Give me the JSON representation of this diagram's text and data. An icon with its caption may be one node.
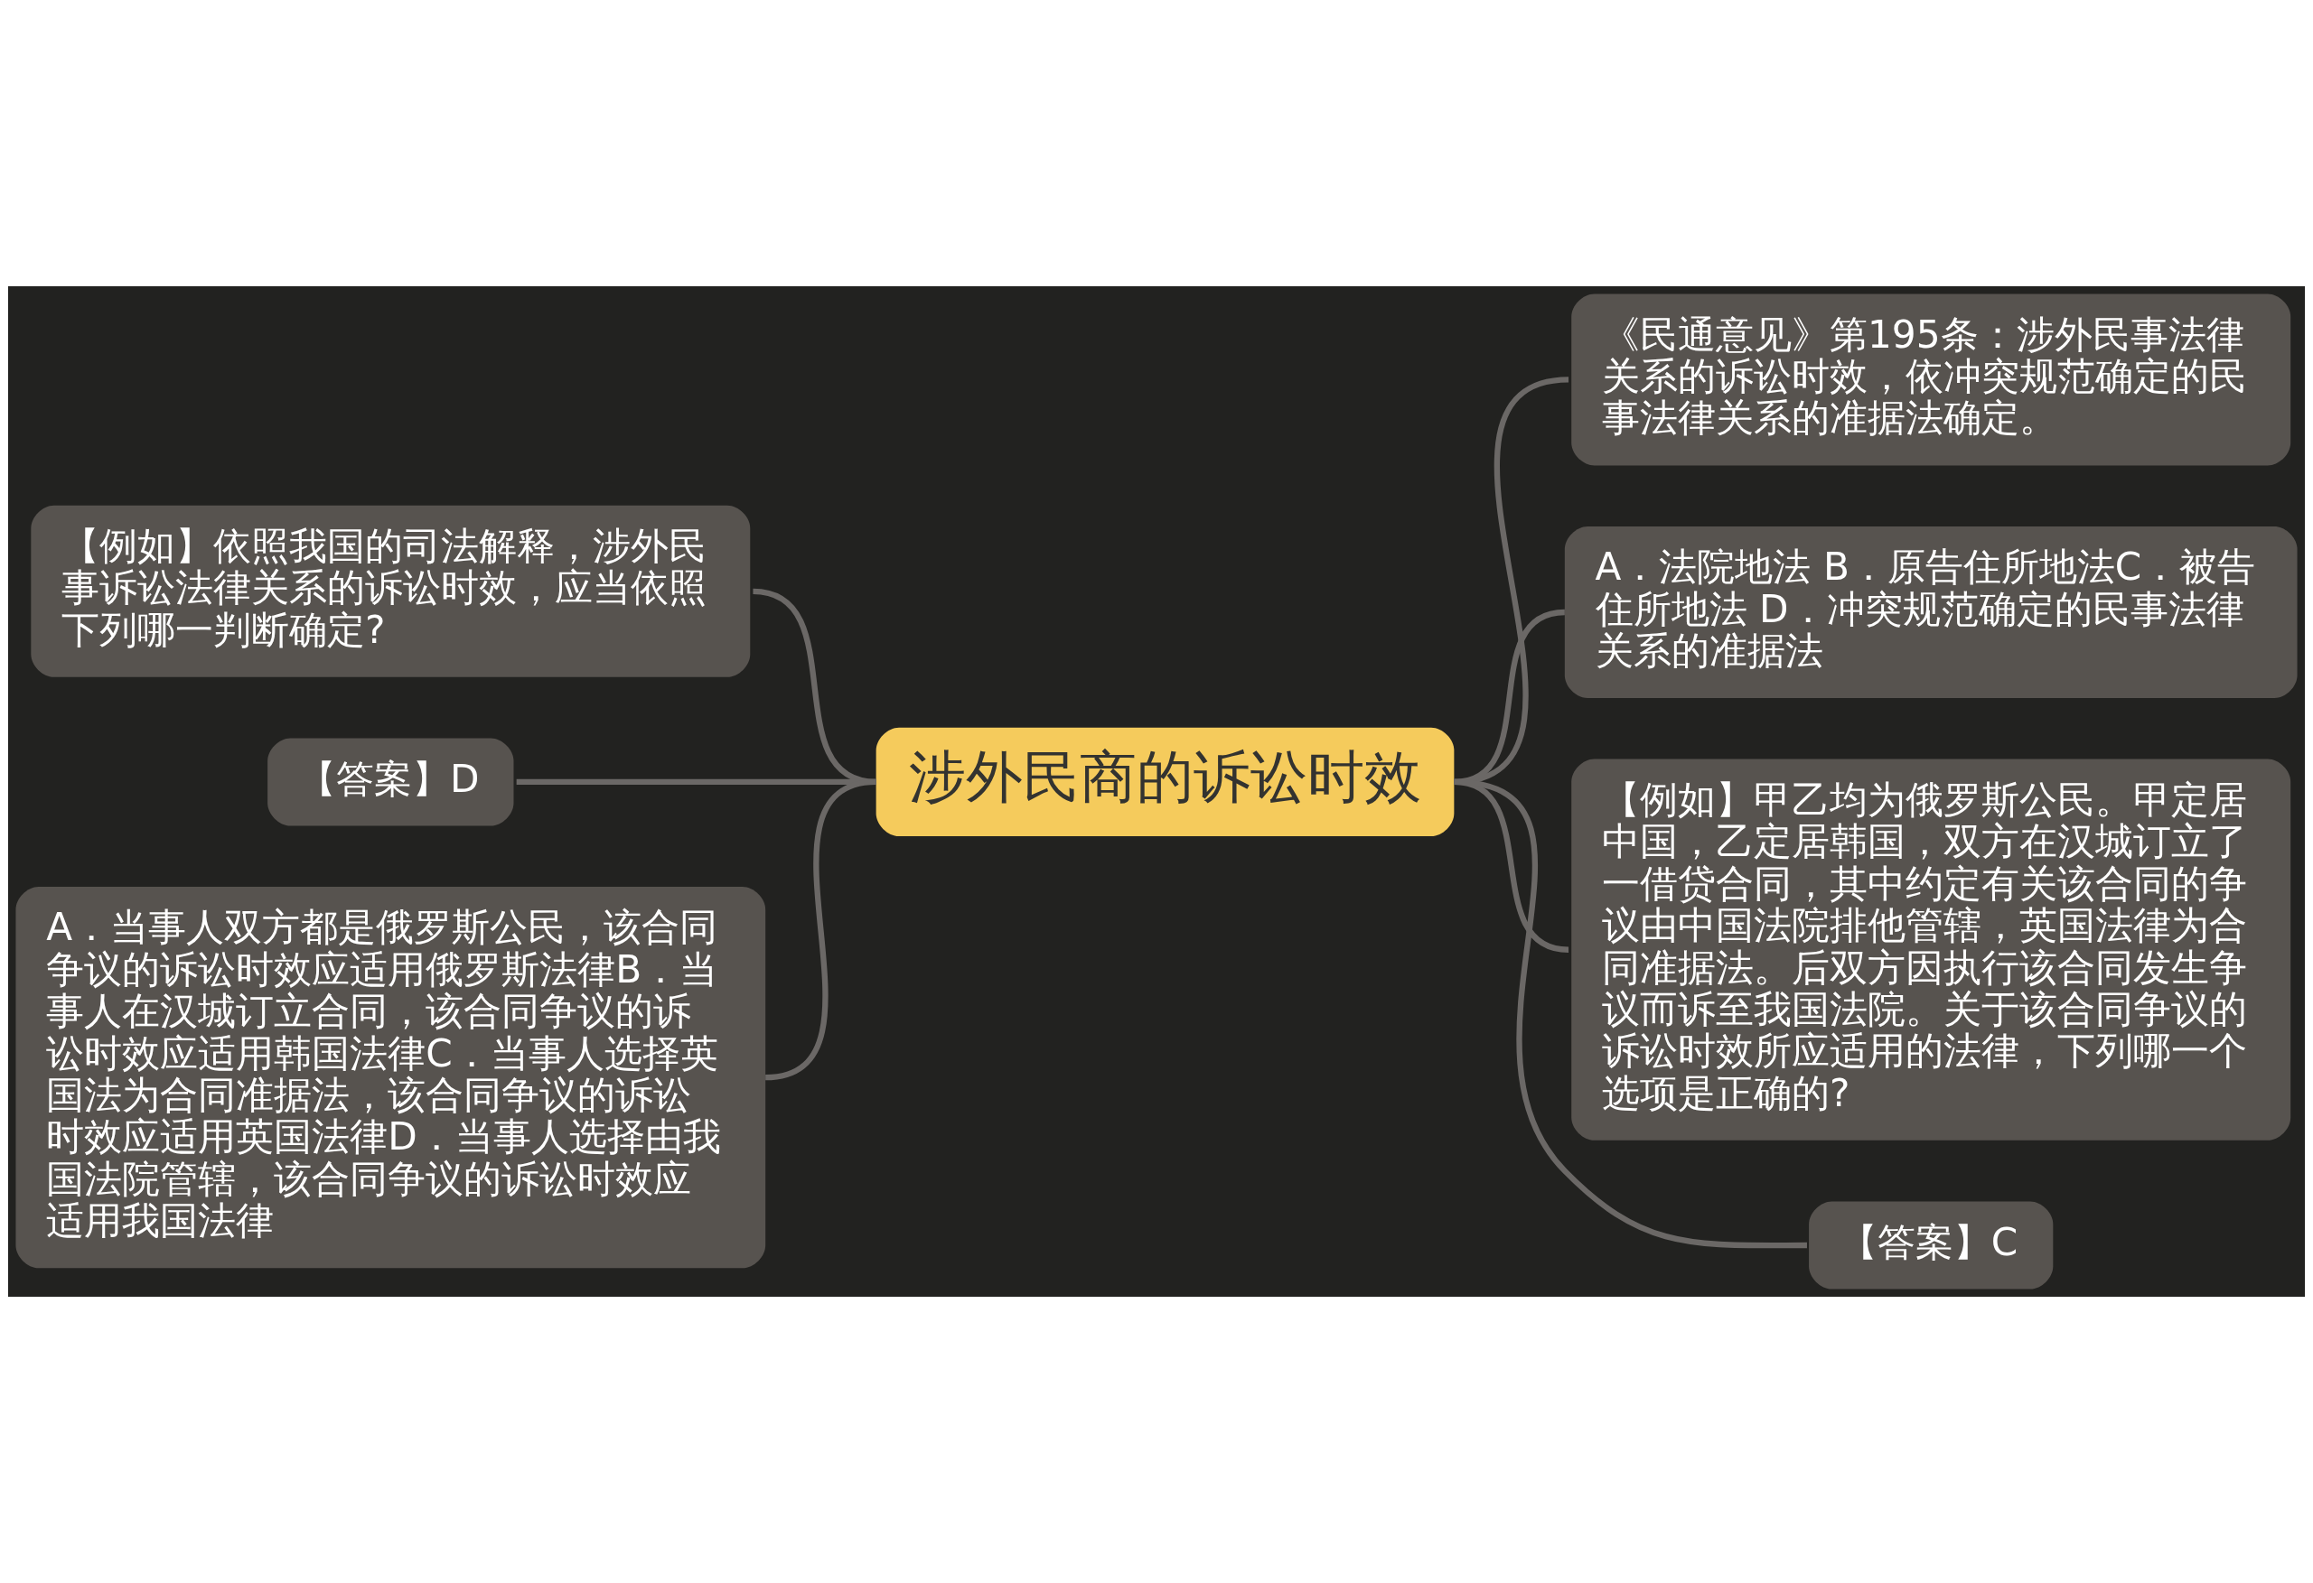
{
  "diagram": {
    "nodes": [
      {
        "text": [
          "涉外民商的诉讼时效"
        ]
      },
      {
        "text": [
          "【例如】依照我国的司法解释，涉外民事诉讼法律关系的诉讼时效，应当依照下列哪一判断确定?"
        ]
      },
      {
        "text": [
          "【答案】D"
        ]
      },
      {
        "text": [
          "A．当事人双方都是俄罗斯公民，该合同争议的诉讼时效应适用俄罗斯法律B．当事人在汉城订立合同，该合同争议的诉讼时效应适用韩国法律C．当事人选择英国法为合同准据法，该合同争议的诉讼时效应适用英国法律D．当事人选择由我国法院管辖，该合同争议的诉讼时效应适用我国法律"
        ]
      },
      {
        "text": [
          "《民通意见》第195条：涉外民事法律关系的诉讼时效，依冲突规范确定的民事法律关系的准据法确定。"
        ]
      },
      {
        "text": [
          "A．法院地法 B．原告住所地法C．被告住所地法 D．冲突规范确定的民事法律关系的准据法"
        ]
      },
      {
        "text": [
          "【例如】甲乙均为俄罗斯公民。甲定居中国，乙定居韩国，双方在汉城订立了一借贷合同，其中约定有关该合同的争议由中国法院排他管辖，英国法律为合同准据法。后双方因执行该合同发生争议而诉至我国法院。关于该合同争议的诉讼时效所应适用的法律，下列哪一个选项是正确的?"
        ]
      },
      {
        "text": [
          "【答案】C"
        ]
      }
    ],
    "edges": [
      {
        "from": 1,
        "to": 0,
        "arrow": "none"
      },
      {
        "from": 2,
        "to": 0,
        "arrow": "none"
      },
      {
        "from": 3,
        "to": 0,
        "arrow": "none"
      },
      {
        "from": 0,
        "to": 4,
        "arrow": "none"
      },
      {
        "from": 0,
        "to": 5,
        "arrow": "none"
      },
      {
        "from": 0,
        "to": 6,
        "arrow": "none"
      },
      {
        "from": 0,
        "to": 7,
        "arrow": "none"
      }
    ]
  }
}
